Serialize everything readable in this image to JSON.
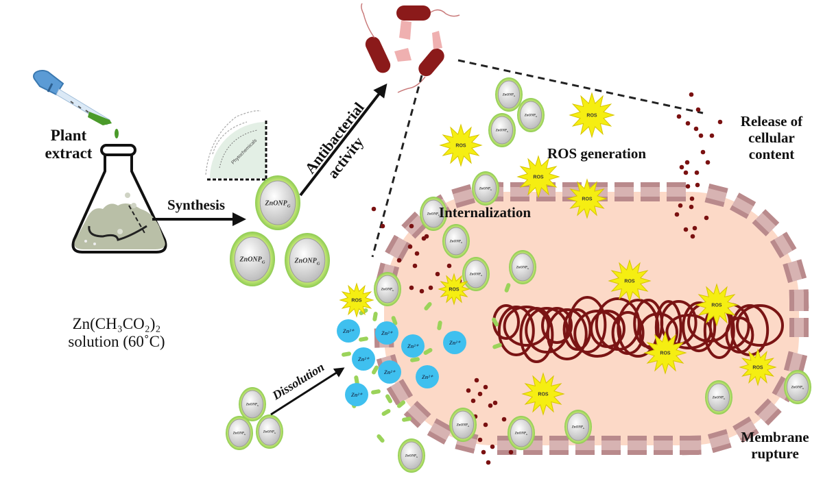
{
  "figure": {
    "title": "Green synthesis of ZnO nanoparticles and antibacterial mechanism"
  },
  "labels": {
    "plant_extract": [
      "Plant",
      "extract"
    ],
    "precursor": [
      "Zn(CH₃CO₂)₂",
      "solution (60˚C)"
    ],
    "synthesis": "Synthesis",
    "antibacterial": [
      "Antibacterial",
      "activity"
    ],
    "ros_generation": "ROS generation",
    "release": [
      "Release of",
      "cellular",
      "content"
    ],
    "internalization": "Internalization",
    "dissolution": "Dissolution",
    "membrane_rupture": [
      "Membrane",
      "rupture"
    ],
    "phytochemicals": "Phytochemicals"
  },
  "nanoparticle_label": "ZnONP",
  "nanoparticle_subscript": "G",
  "ros_label": "ROS",
  "zinc_ion_label": "Zn²⁺",
  "colors": {
    "np_shell": "#a8d86a",
    "np_core": "#d9d9d9",
    "ros": "#f5ee12",
    "zinc_ion": "#3fc0ef",
    "cytoplasm": "#fcd9c7",
    "membrane": "#b98a8c",
    "dna": "#7a1414",
    "bacteria": "#8b1a1a",
    "dropper": "#5b9bd5",
    "extract": "#4a9a2a",
    "flask_liquid": "#b9bfa7"
  }
}
